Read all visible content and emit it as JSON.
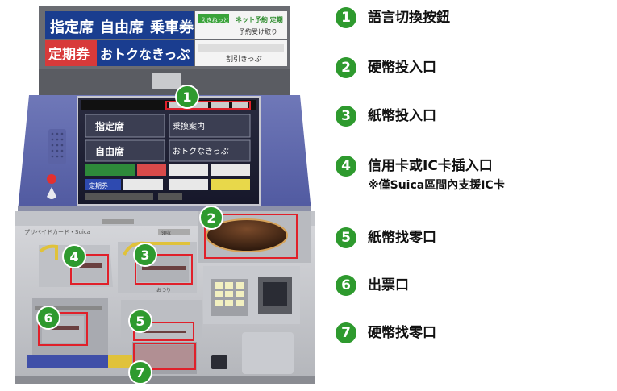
{
  "panel": {
    "row1": [
      "指定席",
      "自由席",
      "乗車券"
    ],
    "row2": [
      "定期券",
      "おトクなきっぷ"
    ],
    "right_top": [
      "えきねっと",
      "ネット予約 定期",
      "予約受け取り"
    ],
    "right_bottom": [
      "割引きっぷ"
    ]
  },
  "screen": {
    "buttons": [
      "指定席",
      "乗換案内",
      "自由席",
      "おトクなきっぷ",
      "定期券"
    ]
  },
  "machine_labels": {
    "card_slot": "プリペイドカード・Suica",
    "receipt": "領収",
    "change": "おつり"
  },
  "markers": [
    "1",
    "2",
    "3",
    "4",
    "5",
    "6",
    "7"
  ],
  "legend": [
    {
      "num": "1",
      "label": "語言切換按鈕"
    },
    {
      "num": "2",
      "label": "硬幣投入口"
    },
    {
      "num": "3",
      "label": "紙幣投入口"
    },
    {
      "num": "4",
      "label": "信用卡或IC卡插入口",
      "note": "※僅Suica區間內支援IC卡"
    },
    {
      "num": "5",
      "label": "紙幣找零口"
    },
    {
      "num": "6",
      "label": "出票口"
    },
    {
      "num": "7",
      "label": "硬幣找零口"
    }
  ],
  "colors": {
    "marker_green": "#2e9a2e",
    "highlight_red": "#e0202a",
    "panel_blue": "#1a3d8f",
    "panel_red": "#d83a3a"
  }
}
